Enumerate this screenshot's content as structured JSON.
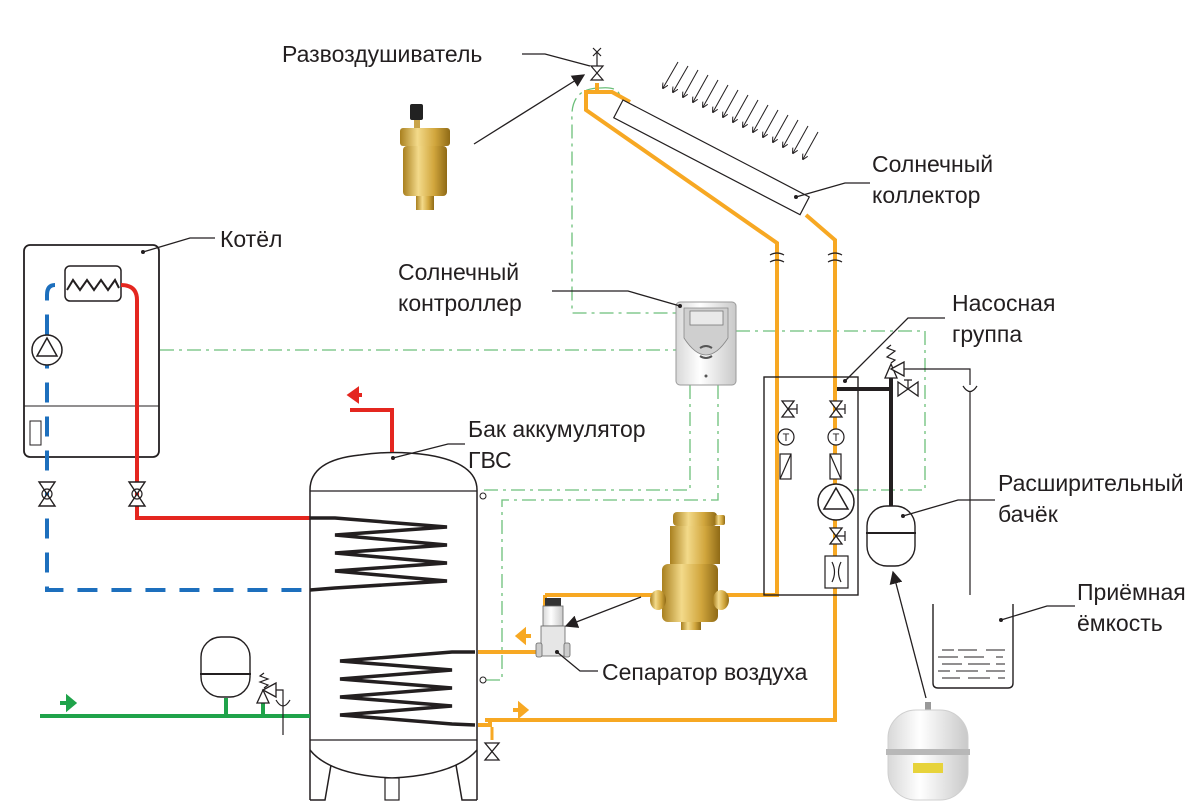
{
  "diagram": {
    "title": "",
    "labels": {
      "air_vent": "Развоздушиватель",
      "solar_collector_line1": "Солнечный",
      "solar_collector_line2": "коллектор",
      "boiler": "Котёл",
      "solar_controller_line1": "Солнечный",
      "solar_controller_line2": "контроллер",
      "pump_group_line1": "Насосная",
      "pump_group_line2": "группа",
      "storage_tank_line1": "Бак аккумулятор",
      "storage_tank_line2": "ГВС",
      "expansion_tank_line1": "Расширительный",
      "expansion_tank_line2": "бачёк",
      "receiving_container_line1": "Приёмная",
      "receiving_container_line2": "ёмкость",
      "air_separator": "Сепаратор воздуха"
    },
    "thermometer_glyph": "T",
    "pipe_colors": {
      "solar_loop": "#f7a823",
      "boiler_supply": "#e4261f",
      "boiler_return": "#1d6fbd",
      "cold_water": "#1fa34a",
      "control_wiring": "#6cbf7a"
    },
    "components": [
      "air-vent",
      "solar-collector",
      "gas-boiler",
      "solar-controller",
      "pump-group",
      "dhw-storage-tank",
      "expansion-vessel",
      "receiving-container",
      "air-separator",
      "cold-water-expansion-vessel",
      "safety-valve"
    ]
  }
}
